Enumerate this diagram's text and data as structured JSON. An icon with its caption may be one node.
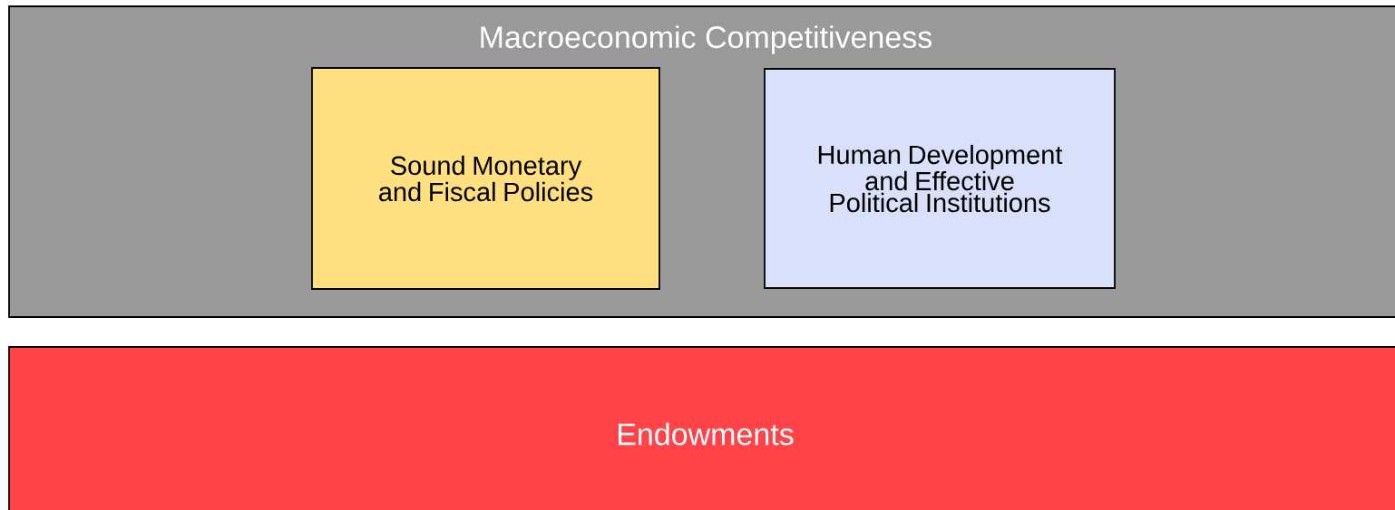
{
  "diagram": {
    "nodes": [
      {
        "text": [
          "Macroeconomic Competitiveness"
        ]
      },
      {
        "text": [
          "Sound Monetary and Fiscal Policies"
        ],
        "in": 0
      },
      {
        "text": [
          "Human Development and Effective Political Institutions"
        ],
        "in": 0
      },
      {
        "text": [
          "Endowments"
        ]
      }
    ]
  }
}
